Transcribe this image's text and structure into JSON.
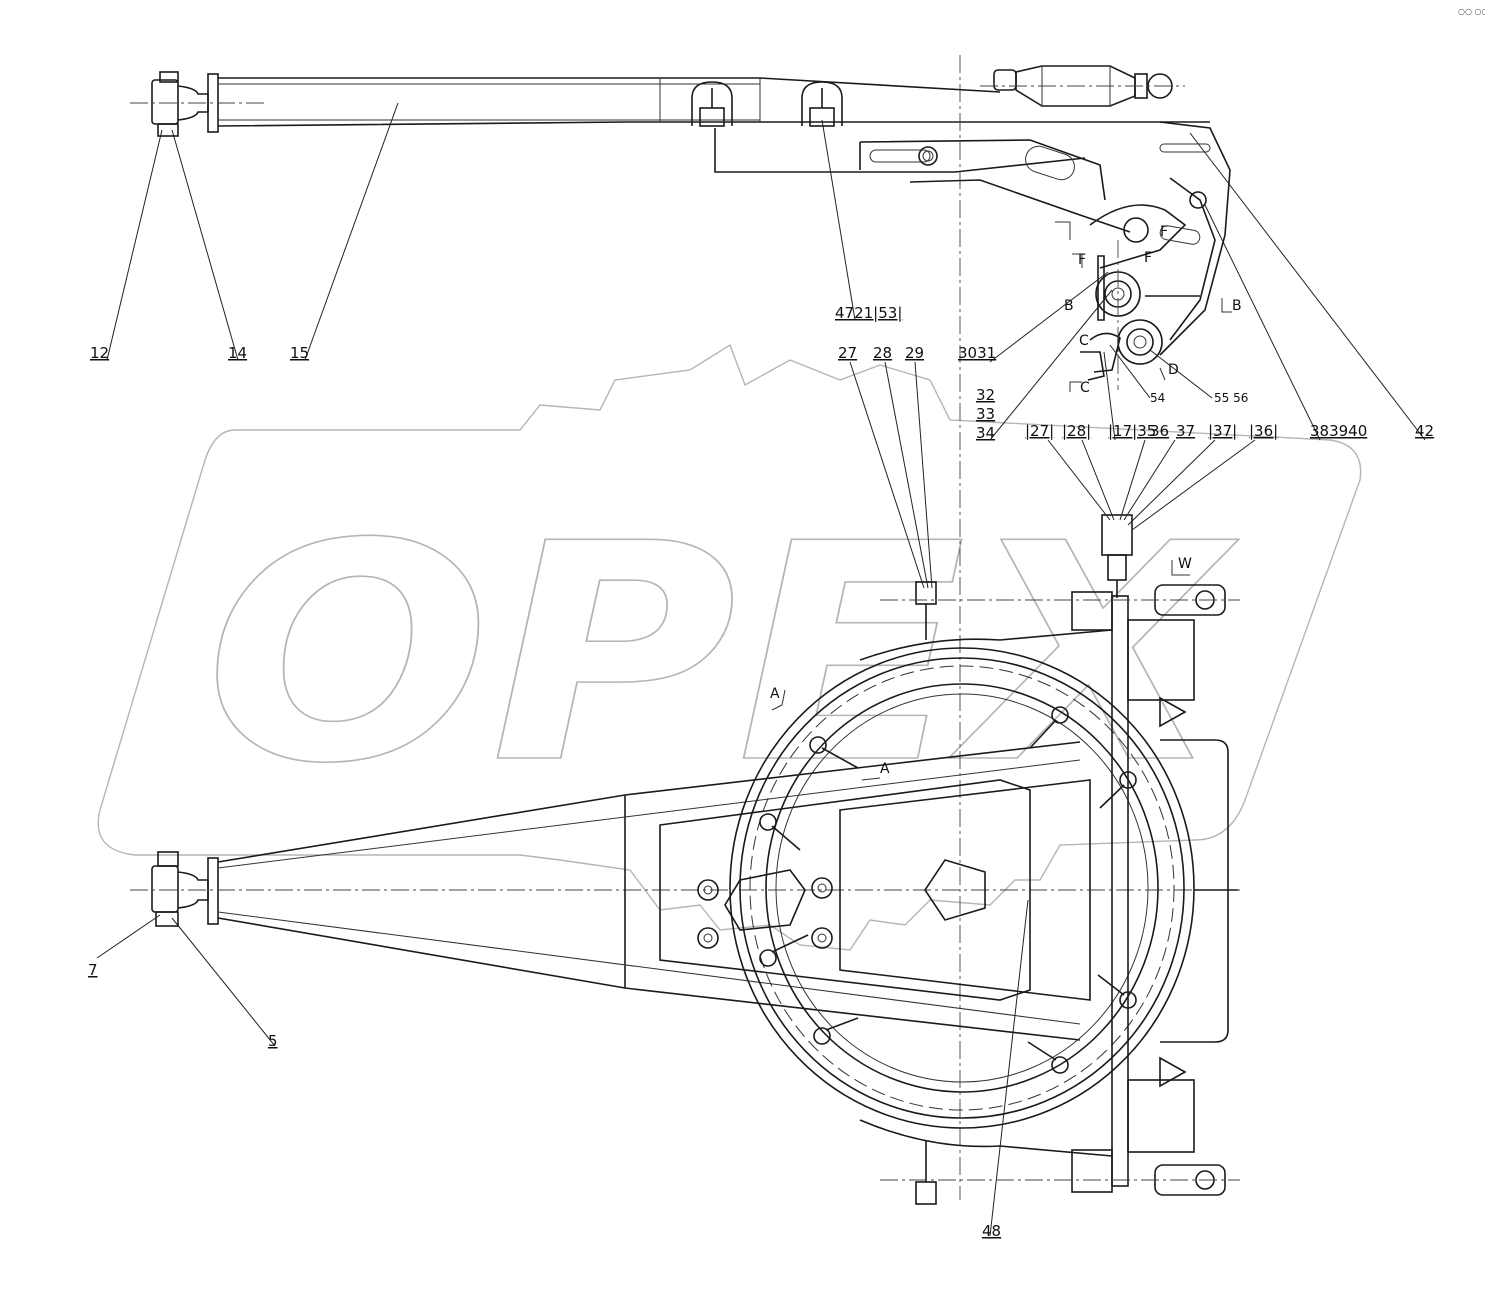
{
  "watermark": "OPEX",
  "corner_mark": "○○ ○○○",
  "labels": {
    "l12": "12",
    "l14": "14",
    "l15": "15",
    "l47": "4721|53|",
    "l27a": "27",
    "l28a": "28",
    "l29a": "29",
    "l3031": "3031",
    "l32": "32",
    "l33": "33",
    "l34": "34",
    "l27b": "|27|",
    "l28b": "|28|",
    "l17": "|17|35",
    "l36a": "36",
    "l37a": "37",
    "l37b": "|37|",
    "l36b": "|36|",
    "l383940": "383940",
    "l42": "42",
    "l54": "54",
    "l5556": "55 56",
    "l7": "7",
    "l5": "5",
    "l48": "48"
  },
  "section_marks": {
    "A": "A",
    "B": "B",
    "C": "C",
    "D": "D",
    "F": "F",
    "W": "W"
  }
}
